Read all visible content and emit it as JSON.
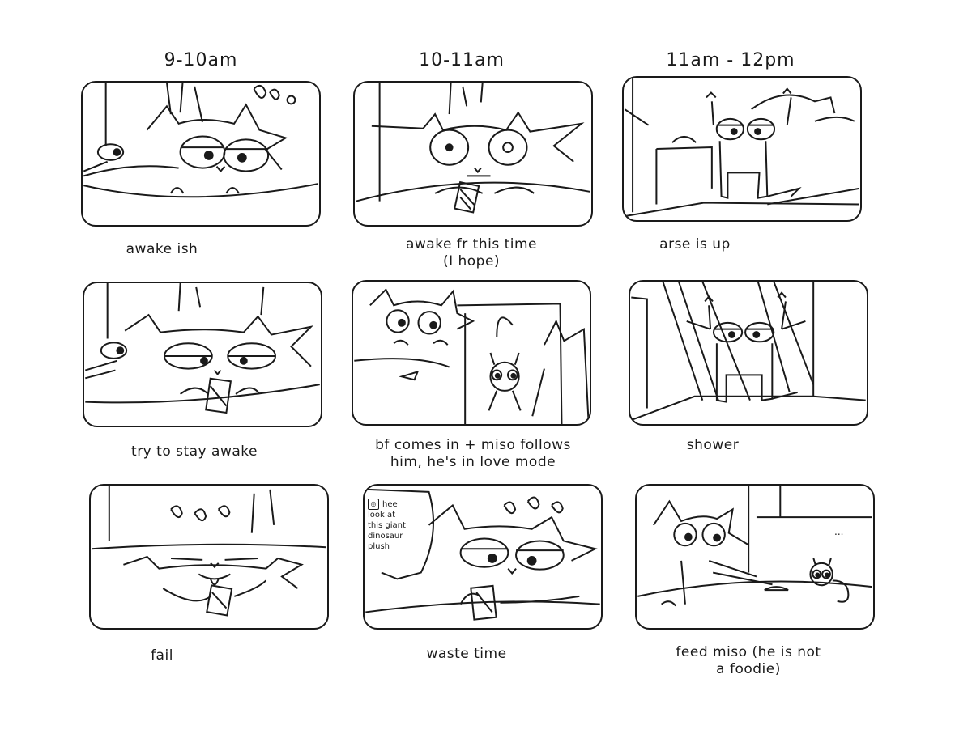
{
  "columns": [
    {
      "heading": "9-10am"
    },
    {
      "heading": "10-11am"
    },
    {
      "heading": "11am - 12pm"
    }
  ],
  "panels": [
    {
      "caption": "awake ish"
    },
    {
      "caption": "awake fr this time\n(I hope)"
    },
    {
      "caption": "arse is up"
    },
    {
      "caption": "try to stay awake"
    },
    {
      "caption": "bf comes in + miso follows\nhim, he's in love mode"
    },
    {
      "caption": "shower"
    },
    {
      "caption": "fail"
    },
    {
      "caption": "waste time"
    },
    {
      "caption": "feed miso (he is not\na foodie)"
    }
  ],
  "speech_bubble": {
    "username": "hee",
    "text": "look at\nthis giant\ndinosaur\nplush"
  },
  "ellipsis": "...",
  "colors": {
    "ink": "#1a1a1a",
    "paper": "#ffffff"
  }
}
